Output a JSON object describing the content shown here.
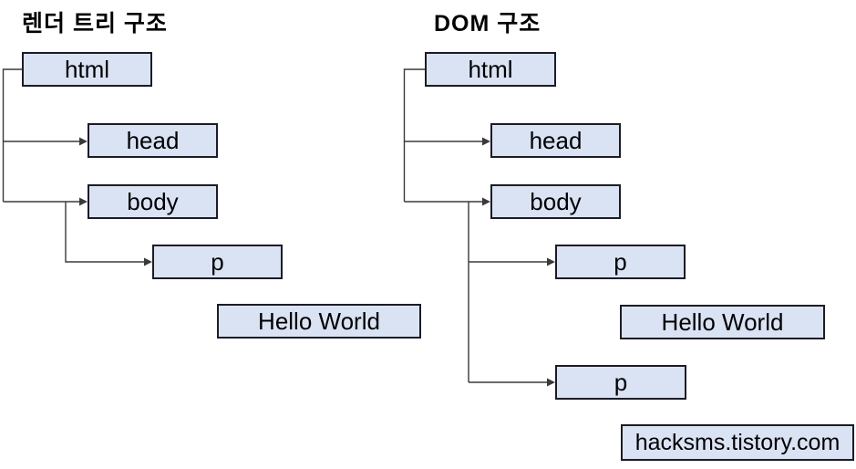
{
  "colors": {
    "background": "#ffffff",
    "node-fill": "#dae3f3",
    "node-border": "#1b1c26",
    "connector": "#3a3a3a",
    "text": "#000000"
  },
  "trees": [
    {
      "title": "렌더 트리 구조",
      "nodes": [
        {
          "label": "html"
        },
        {
          "label": "head"
        },
        {
          "label": "body"
        },
        {
          "label": "p"
        },
        {
          "label": "Hello World"
        }
      ]
    },
    {
      "title": "DOM 구조",
      "nodes": [
        {
          "label": "html"
        },
        {
          "label": "head"
        },
        {
          "label": "body"
        },
        {
          "label": "p"
        },
        {
          "label": "Hello World"
        },
        {
          "label": "p"
        },
        {
          "label": "hacksms.tistory.com"
        }
      ]
    }
  ]
}
